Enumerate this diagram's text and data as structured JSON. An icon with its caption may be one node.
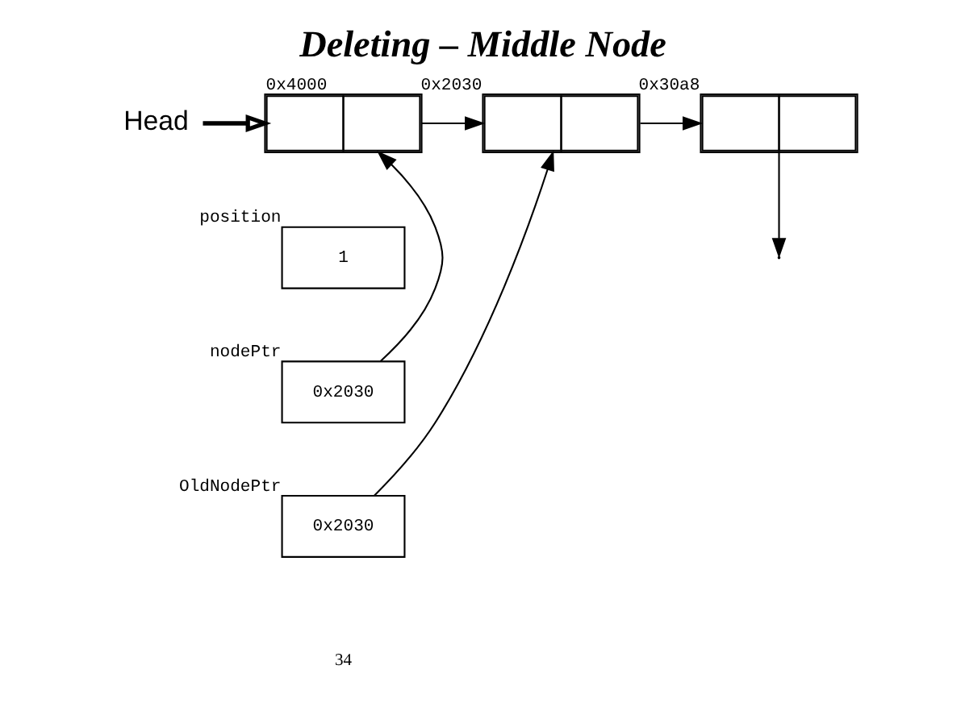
{
  "diagram": {
    "title": "Deleting – Middle Node",
    "nodes": [
      {
        "text": [
          "Head"
        ]
      },
      {
        "text": [],
        "shape": "box",
        "beside": [
          "0x4000"
        ]
      },
      {
        "text": [],
        "shape": "box",
        "beside": [
          "0x2030"
        ]
      },
      {
        "text": [],
        "shape": "box",
        "beside": [
          "0x30a8"
        ]
      },
      {
        "text": [
          "1"
        ],
        "beside": [
          "position"
        ]
      },
      {
        "text": [
          "0x2030"
        ],
        "beside": [
          "nodePtr"
        ]
      },
      {
        "text": [
          "0x2030"
        ],
        "beside": [
          "OldNodePtr"
        ]
      }
    ],
    "edges": [
      {
        "from": 0,
        "to": 1,
        "arrow": "to",
        "style": "thick"
      },
      {
        "from": 1,
        "to": 2,
        "arrow": "to"
      },
      {
        "from": 2,
        "to": 3,
        "arrow": "to"
      },
      {
        "from": 3,
        "to": null,
        "arrow": "to"
      },
      {
        "from": 5,
        "to": 1,
        "arrow": "to"
      },
      {
        "from": 6,
        "to": 2,
        "arrow": "to"
      }
    ],
    "labels": [
      "34"
    ]
  }
}
